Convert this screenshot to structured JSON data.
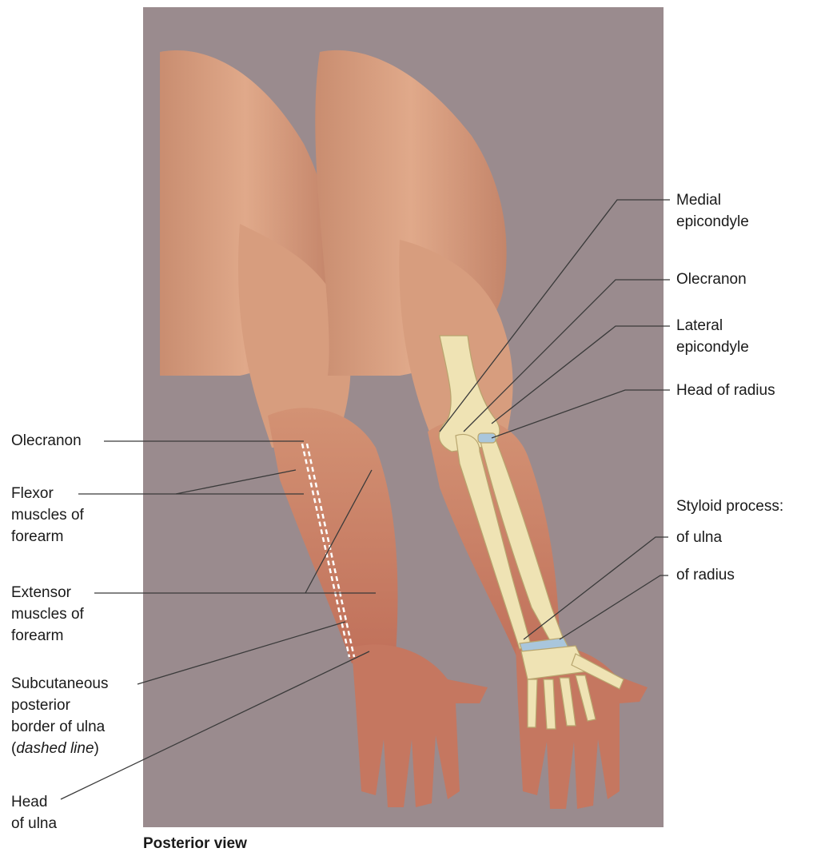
{
  "caption": "Posterior view",
  "labels_left": {
    "olecranon": [
      "Olecranon"
    ],
    "flexor": [
      "Flexor",
      "muscles of",
      "forearm"
    ],
    "extensor": [
      "Extensor",
      "muscles of",
      "forearm"
    ],
    "subcutaneous": [
      "Subcutaneous",
      "posterior",
      "border of ulna"
    ],
    "subcutaneous_note": [
      "(",
      "dashed line",
      ")"
    ],
    "head_ulna": [
      "Head",
      "of ulna"
    ]
  },
  "labels_right": {
    "medial": [
      "Medial",
      "epicondyle"
    ],
    "olecranon": [
      "Olecranon"
    ],
    "lateral": [
      "Lateral",
      "epicondyle"
    ],
    "head_radius": [
      "Head of radius"
    ],
    "styloid": [
      "Styloid process:"
    ],
    "of_ulna": [
      "of ulna"
    ],
    "of_radius": [
      "of radius"
    ]
  },
  "colors": {
    "background_panel": "#9a8a8d",
    "skin": "#d49a7a",
    "bone": "#efe3b4",
    "cartilage": "#a9c6dc",
    "leader_line": "#444444"
  }
}
